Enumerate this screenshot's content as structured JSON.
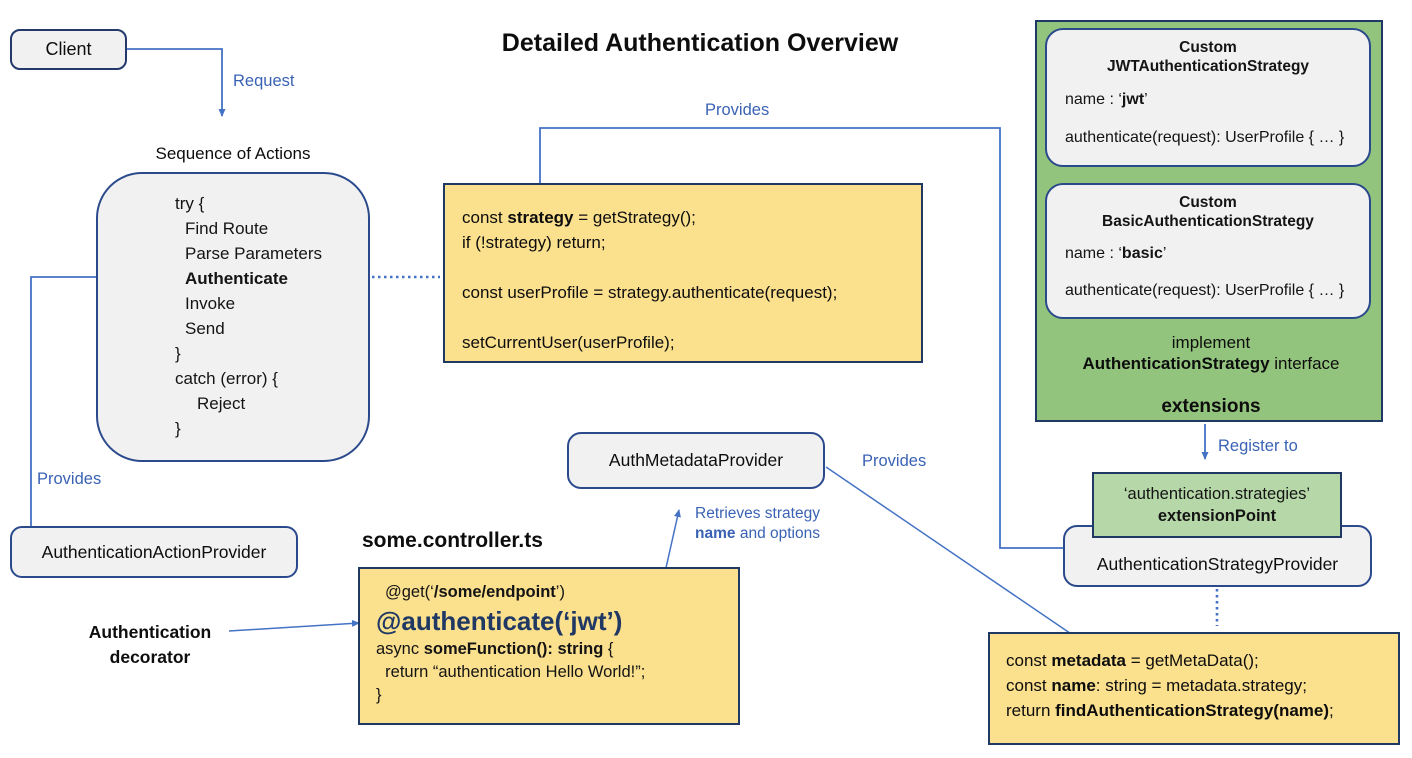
{
  "title": "Detailed Authentication Overview",
  "colors": {
    "arrow_blue": "#4472C4",
    "label_blue": "#3A62B4",
    "navy_border": "#1F3864",
    "node_border": "#2B4A8C",
    "yellow_fill": "#FBE08E",
    "green_fill": "#93C47D",
    "light_green_fill": "#B6D7A8",
    "grey_fill": "#F1F1F1"
  },
  "labels": {
    "request": "Request",
    "provides_left": "Provides",
    "provides_top": "Provides",
    "provides_right": "Provides",
    "register_to": "Register to",
    "retrieves_line1": "Retrieves strategy",
    "retrieves_bold": "name",
    "retrieves_rest": " and options",
    "decorator_line1": "Authentication",
    "decorator_line2": "decorator"
  },
  "nodes": {
    "client": "Client",
    "action_provider": "AuthenticationActionProvider",
    "auth_metadata_provider": "AuthMetadataProvider",
    "strategy_provider": "AuthenticationStrategyProvider"
  },
  "sequence": {
    "title": "Sequence of Actions",
    "lines": [
      "try {",
      "Find Route",
      "Parse Parameters",
      "Authenticate",
      "Invoke",
      "Send",
      "}",
      "catch (error) {",
      "Reject",
      "}"
    ]
  },
  "code_strategy": {
    "l1_pre": "const ",
    "l1_bold": "strategy",
    "l1_post": " = getStrategy();",
    "l2": "if (!strategy) return;",
    "l3": "const userProfile = strategy.authenticate(request);",
    "l4": "setCurrentUser(userProfile);"
  },
  "strategies": {
    "jwt": {
      "title_line1": "Custom",
      "title_line2": "JWTAuthenticationStrategy",
      "name_pre": "name : ‘",
      "name_bold": "jwt",
      "name_post": "’",
      "method": "authenticate(request): UserProfile { … }"
    },
    "basic": {
      "title_line1": "Custom",
      "title_line2": "BasicAuthenticationStrategy",
      "name_pre": "name : ‘",
      "name_bold": "basic",
      "name_post": "’",
      "method": "authenticate(request): UserProfile { … }"
    },
    "implement_line1": "implement",
    "implement_bold": "AuthenticationStrategy",
    "implement_rest": " interface",
    "extensions": "extensions"
  },
  "extension_point": {
    "line1": "‘authentication.strategies’",
    "line2": "extensionPoint"
  },
  "controller": {
    "file_title": "some.controller.ts",
    "get_pre": "@get(‘",
    "get_bold": "/some/endpoint",
    "get_post": "’)",
    "authenticate": "@authenticate(‘jwt’)",
    "fn_pre": "async ",
    "fn_bold": "someFunction(): string",
    "fn_post": " {",
    "return_line": "  return “authentication Hello World!”;",
    "close_brace": "}"
  },
  "code_metadata": {
    "l1_pre": "const ",
    "l1_bold": "metadata",
    "l1_post": " = getMetaData();",
    "l2_pre": "const ",
    "l2_bold": "name",
    "l2_post": ": string = metadata.strategy;",
    "l3_pre": "return ",
    "l3_bold": "findAuthenticationStrategy(name)",
    "l3_post": ";"
  }
}
